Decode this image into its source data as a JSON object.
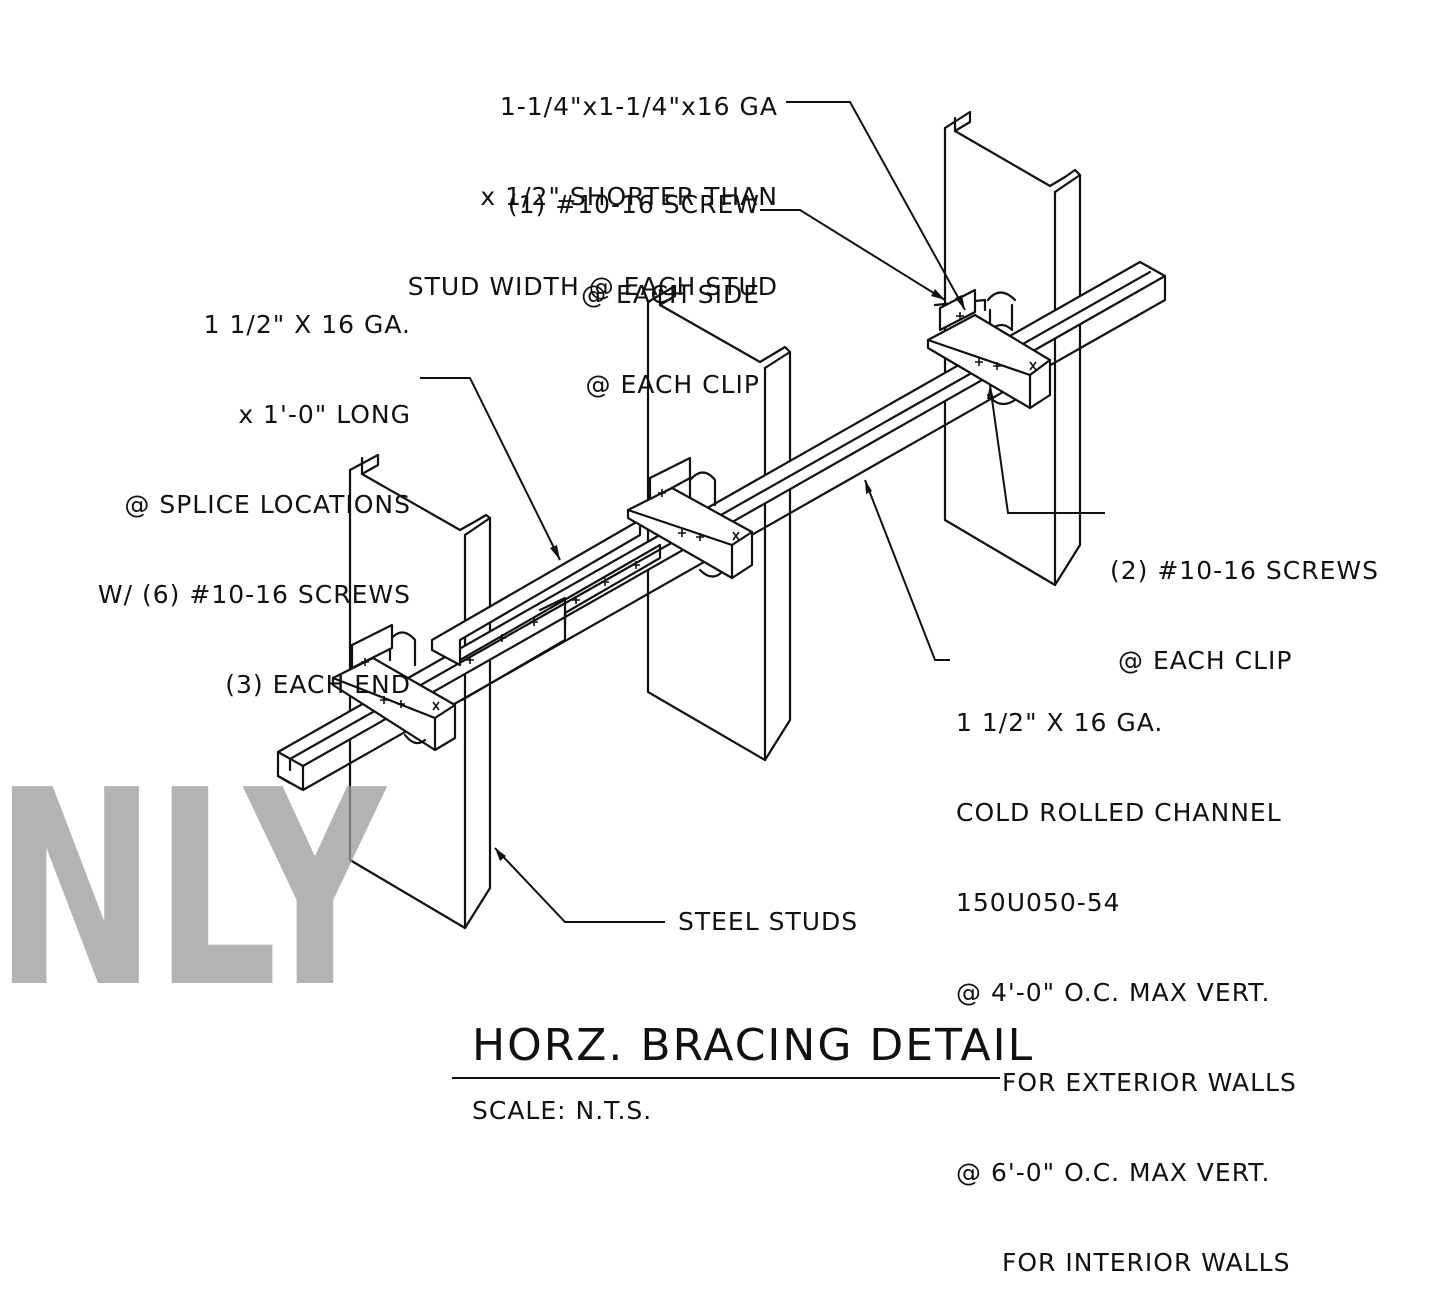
{
  "title": "HORZ. BRACING DETAIL",
  "scale": "SCALE: N.T.S.",
  "stamp_text": "NLY",
  "notes": {
    "clip": [
      "1-1/4\"x1-1/4\"x16 GA",
      "x 1/2\" SHORTER THAN",
      "STUD WIDTH @ EACH STUD"
    ],
    "screw_side": [
      "(1) #10-16 SCREW",
      "@ EACH SIDE",
      "@ EACH CLIP"
    ],
    "splice": [
      "1 1/2\" X 16 GA.",
      "x 1'-0\" LONG",
      "@ SPLICE LOCATIONS",
      "W/ (6) #10-16 SCREWS",
      "(3) EACH END"
    ],
    "clip_screws": [
      "(2) #10-16 SCREWS",
      "@ EACH CLIP"
    ],
    "channel": [
      "1 1/2\" X 16 GA.",
      "COLD ROLLED CHANNEL",
      "150U050-54",
      "@ 4'-0\" O.C. MAX VERT.",
      "FOR EXTERIOR WALLS",
      "@ 6'-0\" O.C. MAX VERT.",
      "FOR INTERIOR WALLS"
    ],
    "studs": "STEEL STUDS"
  }
}
